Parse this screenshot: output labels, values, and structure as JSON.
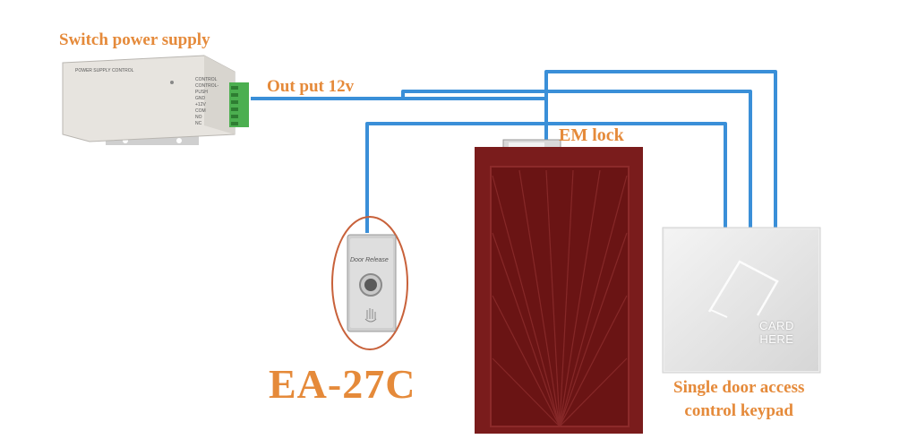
{
  "labels": {
    "power_supply": "Switch power supply",
    "output": "Out put 12v",
    "em_lock": "EM lock",
    "model": "EA-27C",
    "keypad_line1": "Single door access",
    "keypad_line2": "control keypad"
  },
  "power_supply_unit": {
    "panel_title": "POWER SUPPLY CONTROL",
    "terminals": [
      "CONTROL",
      "CONTROL-",
      "PUSH",
      "GND",
      "+12V",
      "COM",
      "NO",
      "NC"
    ]
  },
  "exit_button": {
    "face_text": "Door Release"
  },
  "keypad": {
    "card_line1": "CARD",
    "card_line2": "HERE"
  },
  "colors": {
    "wire": "#3a8fd8",
    "label": "#e58a3a",
    "door": "#7a1c1c",
    "highlight_ring": "#c8613a"
  },
  "icons": [
    "hand-icon",
    "terminal-block-icon",
    "card-reader-icon"
  ]
}
